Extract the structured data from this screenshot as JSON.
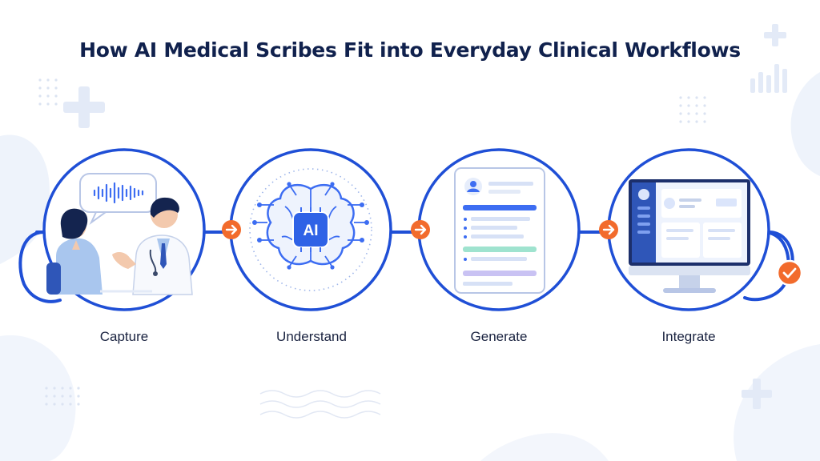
{
  "title": "How AI Medical Scribes Fit into Everyday Clinical Workflows",
  "steps": [
    {
      "label": "Capture",
      "icon": "doctor-patient-conversation-icon"
    },
    {
      "label": "Understand",
      "icon": "ai-brain-icon"
    },
    {
      "label": "Generate",
      "icon": "clinical-note-document-icon"
    },
    {
      "label": "Integrate",
      "icon": "ehr-monitor-icon"
    }
  ],
  "ai_chip_text": "AI",
  "colors": {
    "title": "#10214d",
    "circle_stroke": "#1f4fd6",
    "arrow_badge": "#f26b2c",
    "check_badge": "#f26b2c",
    "accent_blue": "#3d6df2",
    "note_green": "#9fe3cf",
    "note_purple": "#c9c2f3"
  }
}
